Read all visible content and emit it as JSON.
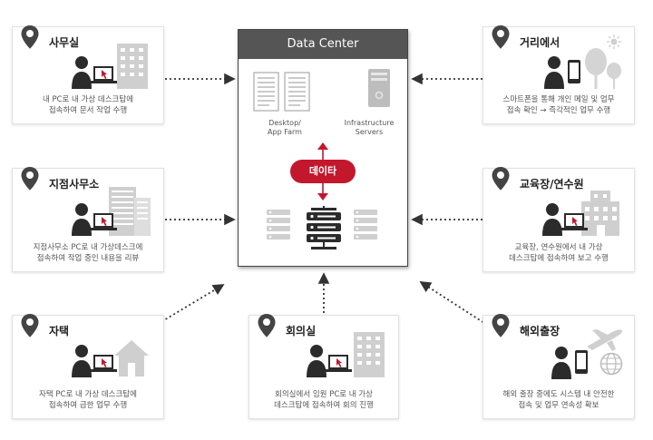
{
  "data_center": {
    "title": "Data Center",
    "desktop_label": "Desktop/\nApp Farm",
    "infra_label": "Infrastructure\nServers",
    "data_badge": "데이타"
  },
  "locations": {
    "office": {
      "title": "사무실",
      "desc": "내 PC로 내 가상 데스크탑에\n접속하여 문서 작업 수행"
    },
    "branch": {
      "title": "지점사무소",
      "desc": "지점사무소 PC로 내 가상데스크에\n접속하여 작업 중인 내용을 리뷰"
    },
    "home": {
      "title": "자택",
      "desc": "자택 PC로 내 가상 데스크탑에\n접속하여 급한 업무 수행"
    },
    "meeting": {
      "title": "회의실",
      "desc": "회의실에서 임원 PC로 내 가상\n데스크탑에 접속하여 회의 진행"
    },
    "street": {
      "title": "거리에서",
      "desc": "스마트폰을 통해 개인 메일 및 업무\n접속 확인 → 즉각적인 업무 수행"
    },
    "training": {
      "title": "교육장/연수원",
      "desc": "교육장, 연수원에서 내 가상\n데스크탑에 접속하여 보고 수행"
    },
    "overseas": {
      "title": "해외출장",
      "desc": "해외 출장 중에도 시스템 내 안전한\n접속 및 업무 연속성 확보"
    }
  },
  "colors": {
    "accent": "#c3172e",
    "header": "#555555",
    "icon": "#2b2b2b",
    "building": "#cccccc"
  }
}
